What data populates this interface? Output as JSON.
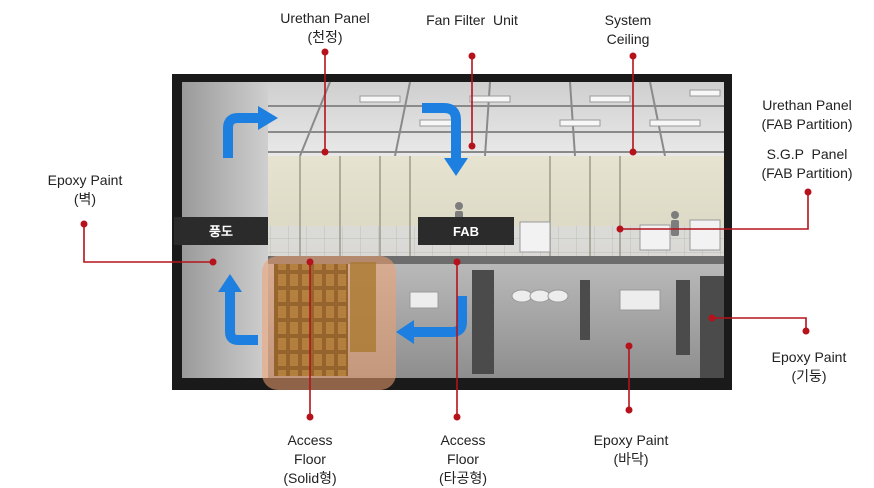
{
  "colors": {
    "leader": "#b5121b",
    "airflow": "#1d7fe0",
    "frame": "#1a1a1a",
    "tag_bg": "#2b2b2b",
    "solid_floor_highlight": "#f0a070"
  },
  "icons": [
    "airflow-arrow-icon",
    "leader-dot-icon",
    "worker-figure-icon"
  ],
  "zone_tags": {
    "duct": "풍도",
    "fab": "FAB"
  },
  "callouts": {
    "urethan_ceiling": {
      "line1": "Urethan Panel",
      "line2": "(천정)"
    },
    "ffu": {
      "line1": "Fan Filter  Unit"
    },
    "system_ceiling": {
      "line1": "System",
      "line2": "Ceiling"
    },
    "urethan_partition": {
      "line1": "Urethan Panel",
      "line2": "(FAB Partition)"
    },
    "sgp_partition": {
      "line1": "S.G.P  Panel",
      "line2": "(FAB Partition)"
    },
    "epoxy_wall": {
      "line1": "Epoxy Paint",
      "line2": "(벽)"
    },
    "epoxy_column": {
      "line1": "Epoxy Paint",
      "line2": "(기둥)"
    },
    "access_solid": {
      "line1": "Access",
      "line2": "Floor",
      "line3": "(Solid형)"
    },
    "access_perforated": {
      "line1": "Access",
      "line2": "Floor",
      "line3": "(타공형)"
    },
    "epoxy_floor": {
      "line1": "Epoxy Paint",
      "line2": "(바닥)"
    }
  }
}
